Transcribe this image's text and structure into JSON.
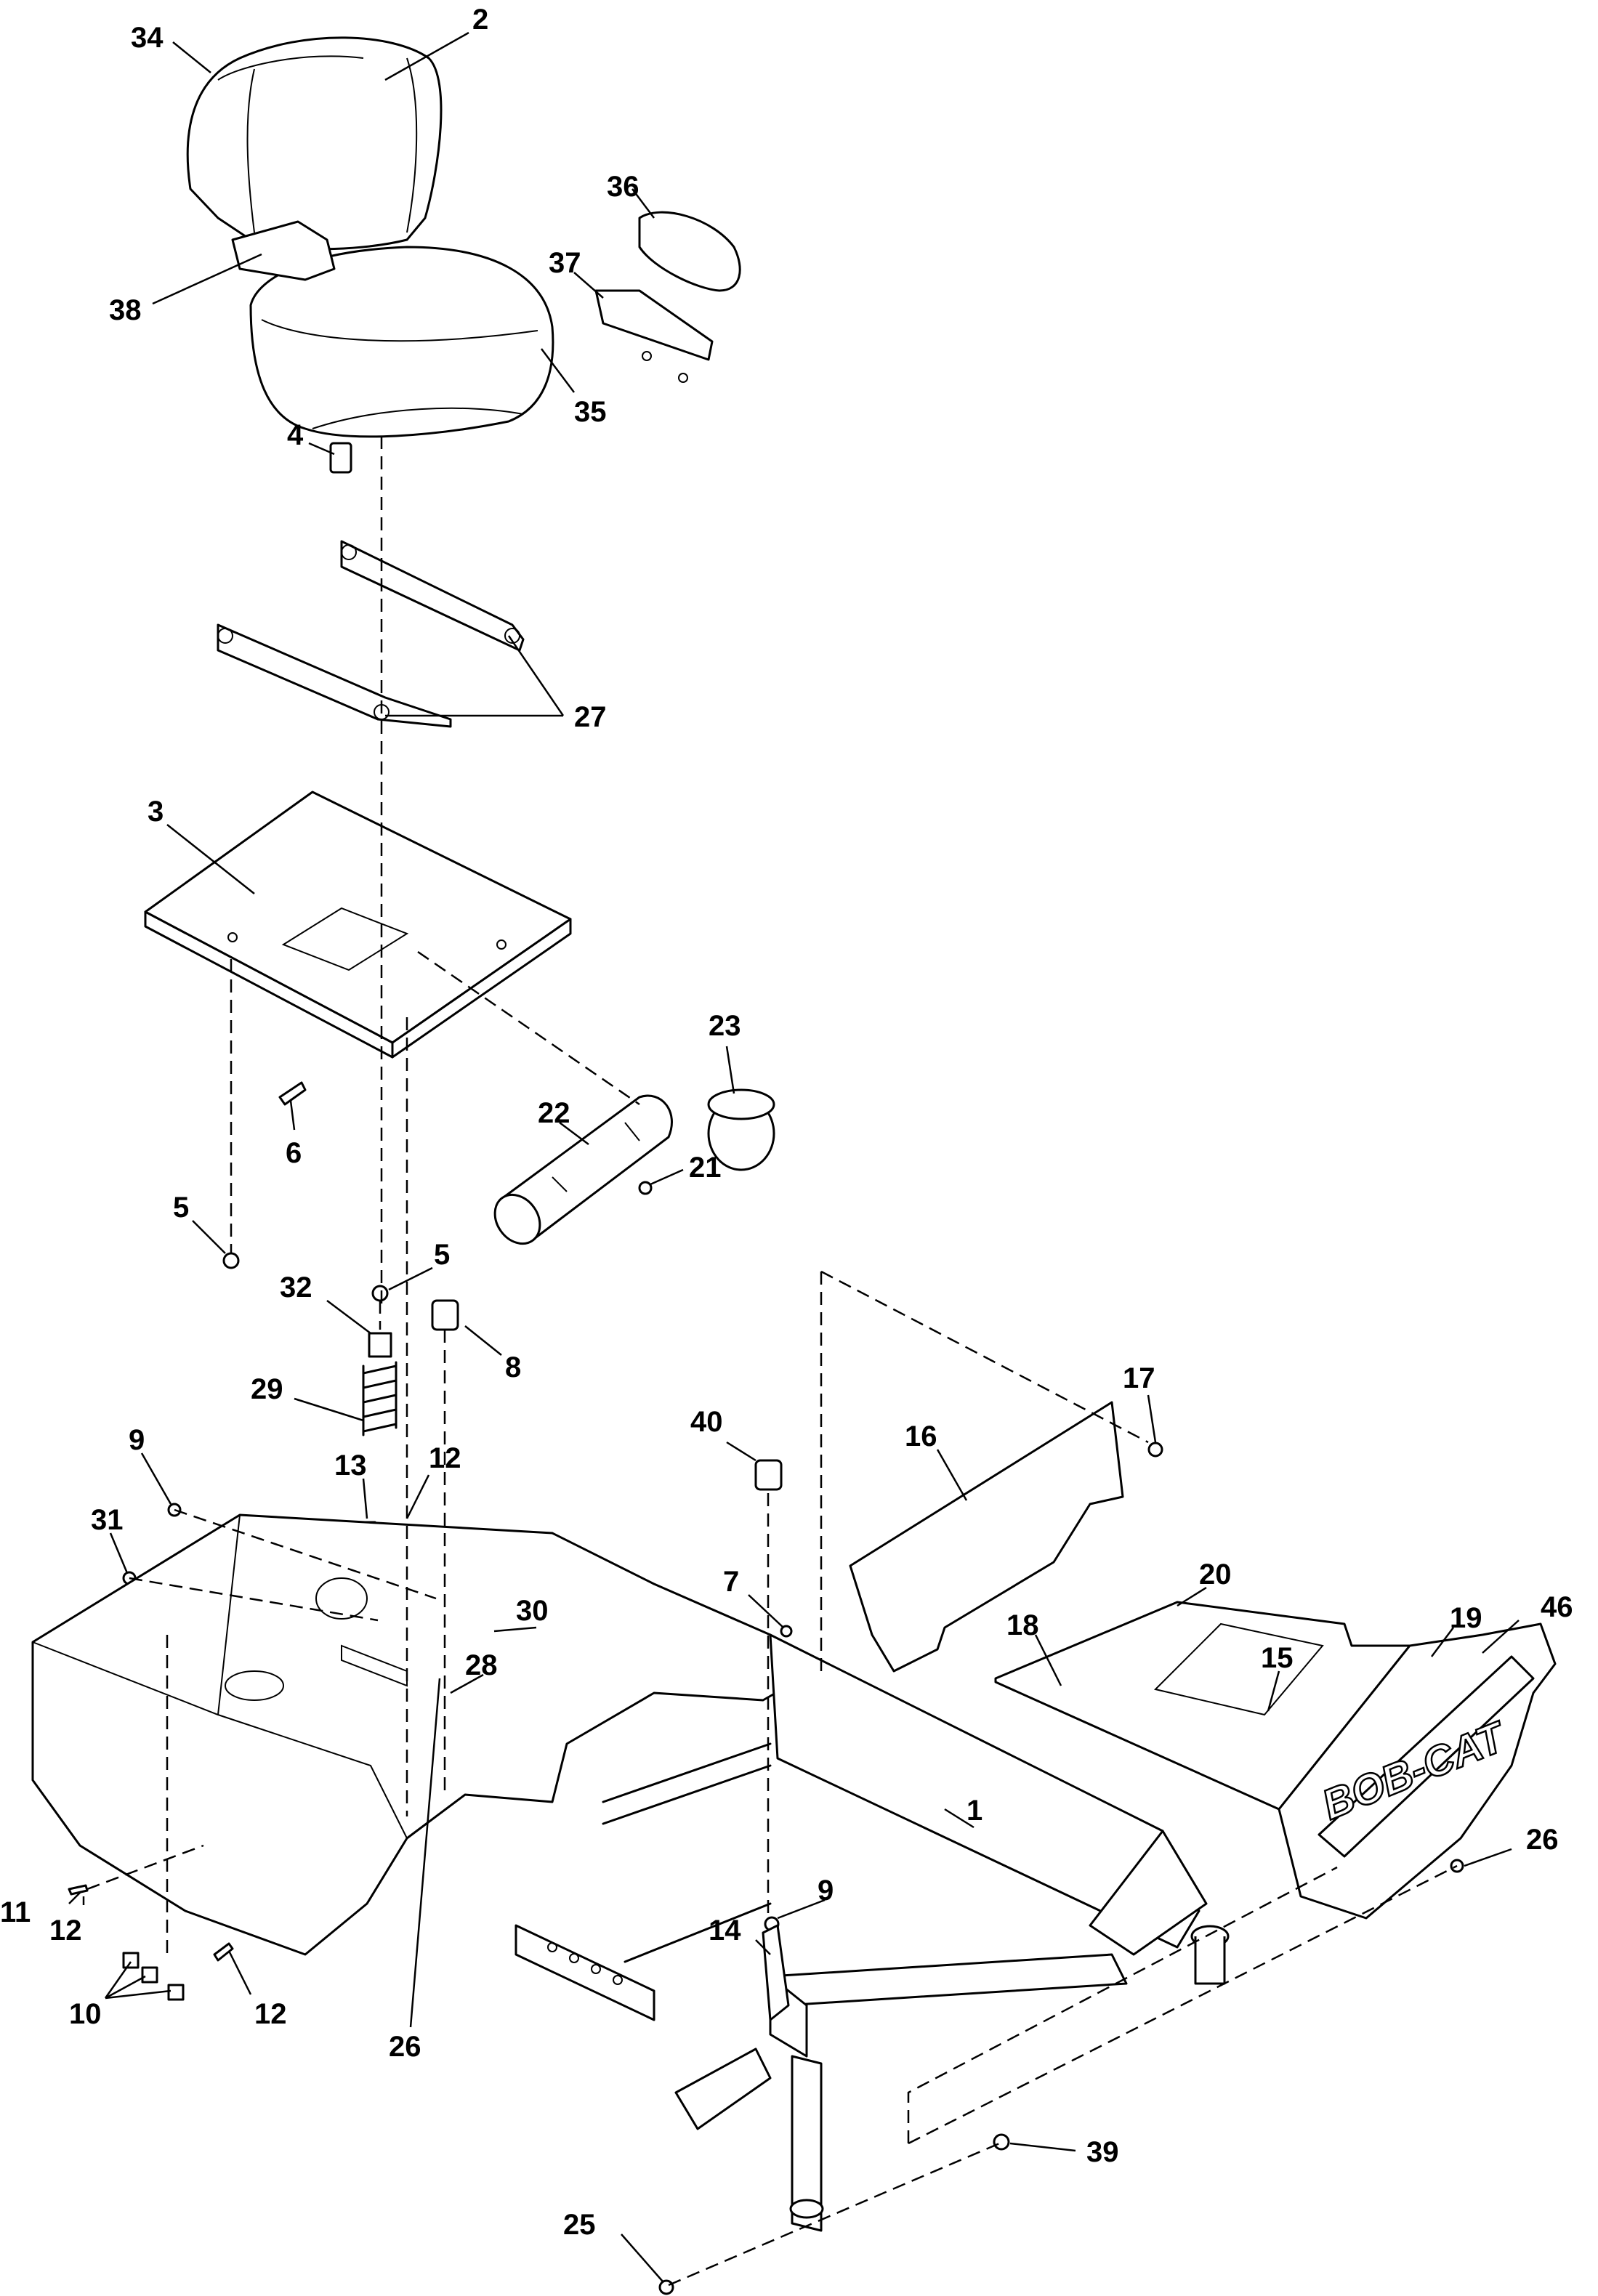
{
  "brand_text": "BOB-CAT",
  "callouts": {
    "c1": "1",
    "c2": "2",
    "c3": "3",
    "c4": "4",
    "c5a": "5",
    "c5b": "5",
    "c6": "6",
    "c7": "7",
    "c8": "8",
    "c9a": "9",
    "c9b": "9",
    "c10": "10",
    "c11": "11",
    "c12a": "12",
    "c12b": "12",
    "c12c": "12",
    "c13": "13",
    "c14": "14",
    "c15": "15",
    "c16": "16",
    "c17": "17",
    "c18": "18",
    "c19": "19",
    "c20": "20",
    "c21": "21",
    "c22": "22",
    "c23": "23",
    "c25": "25",
    "c26a": "26",
    "c26b": "26",
    "c27": "27",
    "c28": "28",
    "c29": "29",
    "c30": "30",
    "c31": "31",
    "c32": "32",
    "c34": "34",
    "c35": "35",
    "c36": "36",
    "c37": "37",
    "c38": "38",
    "c39": "39",
    "c40": "40",
    "c46": "46"
  }
}
